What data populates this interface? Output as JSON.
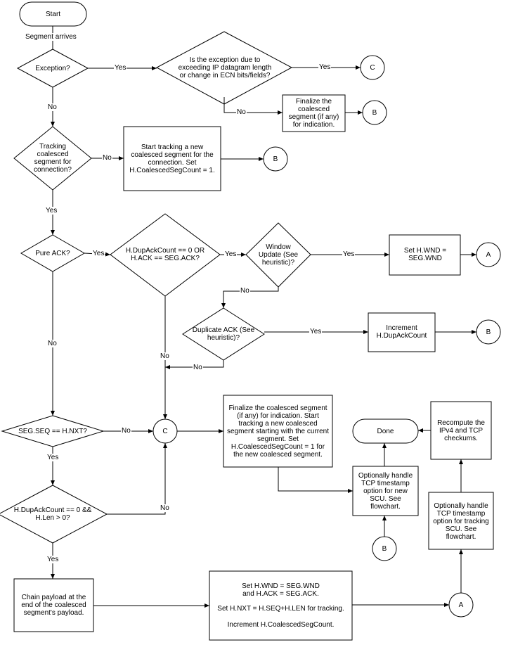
{
  "nodes": {
    "start": "Start",
    "segment_arrives": "Segment arrives",
    "exception": "Exception?",
    "exception_cause": "Is the exception due to exceeding IP datagram length or change in ECN bits/fields?",
    "finalize_coalesced": "Finalize the coalesced segment (if any) for indication.",
    "tracking": "Tracking coalesced segment for connection?",
    "start_tracking": "Start tracking a new coalesced segment for the connection. Set H.CoalescedSegCount = 1.",
    "pure_ack": "Pure ACK?",
    "dupack_or_ack": "H.DupAckCount == 0 OR H.ACK == SEG.ACK?",
    "window_update": "Window Update (See heuristic)?",
    "set_wnd": "Set H.WND = SEG.WND",
    "duplicate_ack": "Duplicate ACK (See heuristic)?",
    "increment_dupack": "Increment H.DupAckCount",
    "seq_check": "SEG.SEQ == H.NXT?",
    "finalize_and_start": "Finalize the coalesced segment (if any) for indication. Start tracking a new coalesced segment starting with the current segment. Set H.CoalescedSegCount = 1 for the new coalesced segment.",
    "done": "Done",
    "recompute": "Recompute the IPv4 and TCP checkums.",
    "ts_new_scu": "Optionally handle TCP timestamp option for new SCU. See flowchart.",
    "ts_tracking_scu": "Optionally handle TCP timestamp option for tracking SCU. See flowchart.",
    "dupack_len": "H.DupAckCount == 0 && H.Len > 0?",
    "chain_payload": "Chain payload at the end of the coalesced segment's payload.",
    "update_fields": [
      "Set H.WND = SEG.WND and H.ACK = SEG.ACK.",
      "Set H.NXT = H.SEQ+H.LEN for tracking.",
      "Increment H.CoalescedSegCount."
    ]
  },
  "connectors": {
    "a": "A",
    "b": "B",
    "c": "C"
  },
  "edge_labels": {
    "yes": "Yes",
    "no": "No"
  }
}
